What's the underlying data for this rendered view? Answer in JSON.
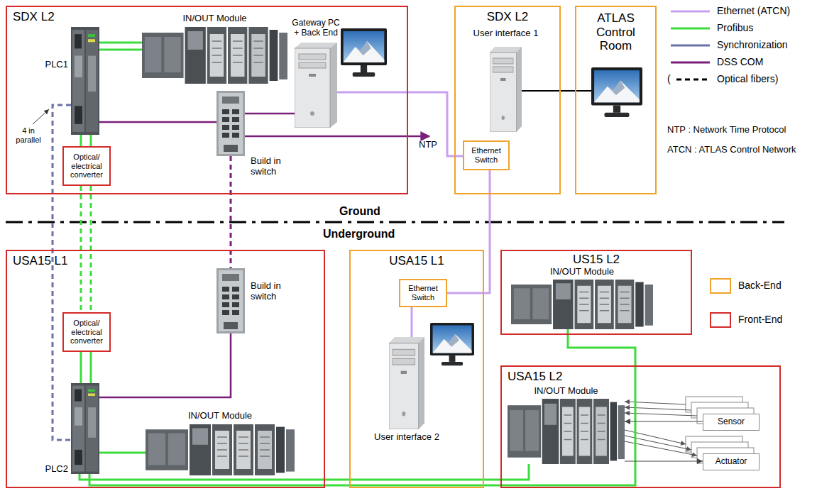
{
  "diagram": {
    "nodes": [
      {
        "text": [
          "SDX L2"
        ]
      },
      {
        "text": [
          "PLC1"
        ],
        "in": 0
      },
      {
        "text": [
          "IN/OUT Module"
        ],
        "in": 0
      },
      {
        "text": [
          "Gateway PC + Back End"
        ],
        "in": 0
      },
      {
        "text": [
          "Optical/ electrical converter"
        ],
        "in": 0
      },
      {
        "text": [
          "Build in switch"
        ],
        "in": 0
      },
      {
        "text": [
          "SDX L2"
        ]
      },
      {
        "text": [
          "User interface 1"
        ],
        "in": 6
      },
      {
        "text": [
          "Ethernet Switch"
        ],
        "in": 6
      },
      {
        "text": [
          "ATLAS Control Room"
        ]
      },
      {
        "text": [
          "USA15 L1"
        ]
      },
      {
        "text": [
          "Build in switch"
        ],
        "in": 10
      },
      {
        "text": [
          "Optical/ electrical converter"
        ],
        "in": 10
      },
      {
        "text": [
          "PLC2"
        ],
        "in": 10
      },
      {
        "text": [
          "IN/OUT Module"
        ],
        "in": 10
      },
      {
        "text": [
          "USA15 L1"
        ]
      },
      {
        "text": [
          "Ethernet Switch"
        ],
        "in": 15
      },
      {
        "text": [
          "User interface 2"
        ],
        "in": 15
      },
      {
        "text": [
          "US15 L2"
        ]
      },
      {
        "text": [
          "IN/OUT Module"
        ],
        "in": 18
      },
      {
        "text": [
          "USA15 L2"
        ]
      },
      {
        "text": [
          "IN/OUT Module"
        ],
        "in": 20
      },
      {
        "text": [
          "Sensor"
        ],
        "in": 20
      },
      {
        "text": [
          "Actuator"
        ],
        "in": 20
      }
    ],
    "edges": [
      {
        "from": 1,
        "to": 2,
        "arrow": "none"
      },
      {
        "from": 1,
        "to": 2,
        "arrow": "none"
      },
      {
        "from": 1,
        "to": 4,
        "arrow": "none"
      },
      {
        "from": 1,
        "to": 4,
        "arrow": "none"
      },
      {
        "from": 1,
        "to": 5,
        "arrow": "none"
      },
      {
        "from": 5,
        "to": 3,
        "arrow": "none"
      },
      {
        "from": 3,
        "to": 8,
        "arrow": "none"
      },
      {
        "from": 7,
        "to": 9,
        "arrow": "none"
      },
      {
        "from": 8,
        "to": 16,
        "arrow": "none"
      },
      {
        "from": 16,
        "to": 17,
        "arrow": "none"
      },
      {
        "from": 4,
        "to": 12,
        "arrow": "none"
      },
      {
        "from": 4,
        "to": 12,
        "arrow": "none"
      },
      {
        "from": 5,
        "to": 11,
        "arrow": "none"
      },
      {
        "from": 1,
        "to": 13,
        "arrow": "none"
      },
      {
        "from": 12,
        "to": 13,
        "arrow": "none"
      },
      {
        "from": 12,
        "to": 13,
        "arrow": "none"
      },
      {
        "from": 11,
        "to": 13,
        "arrow": "none"
      },
      {
        "from": 13,
        "to": 14,
        "arrow": "none"
      },
      {
        "from": 13,
        "to": 21,
        "arrow": "none"
      },
      {
        "from": 13,
        "to": 19,
        "arrow": "none"
      },
      {
        "from": 22,
        "to": 21,
        "arrow": "to"
      },
      {
        "from": 21,
        "to": 23,
        "arrow": "to"
      }
    ],
    "labels": [
      "4 in parallel",
      "NTP",
      "Ground",
      "Underground",
      "(",
      "NTP : Network Time Protocol",
      "ATCN : ATLAS Control Network"
    ],
    "legend": [
      {
        "text": "Ethernet (ATCN)"
      },
      {
        "text": "Profibus"
      },
      {
        "text": "Synchronization"
      },
      {
        "text": "DSS COM"
      },
      {
        "text": "Optical fibers)"
      },
      {
        "text": "Back-End"
      },
      {
        "text": "Front-End"
      }
    ]
  }
}
